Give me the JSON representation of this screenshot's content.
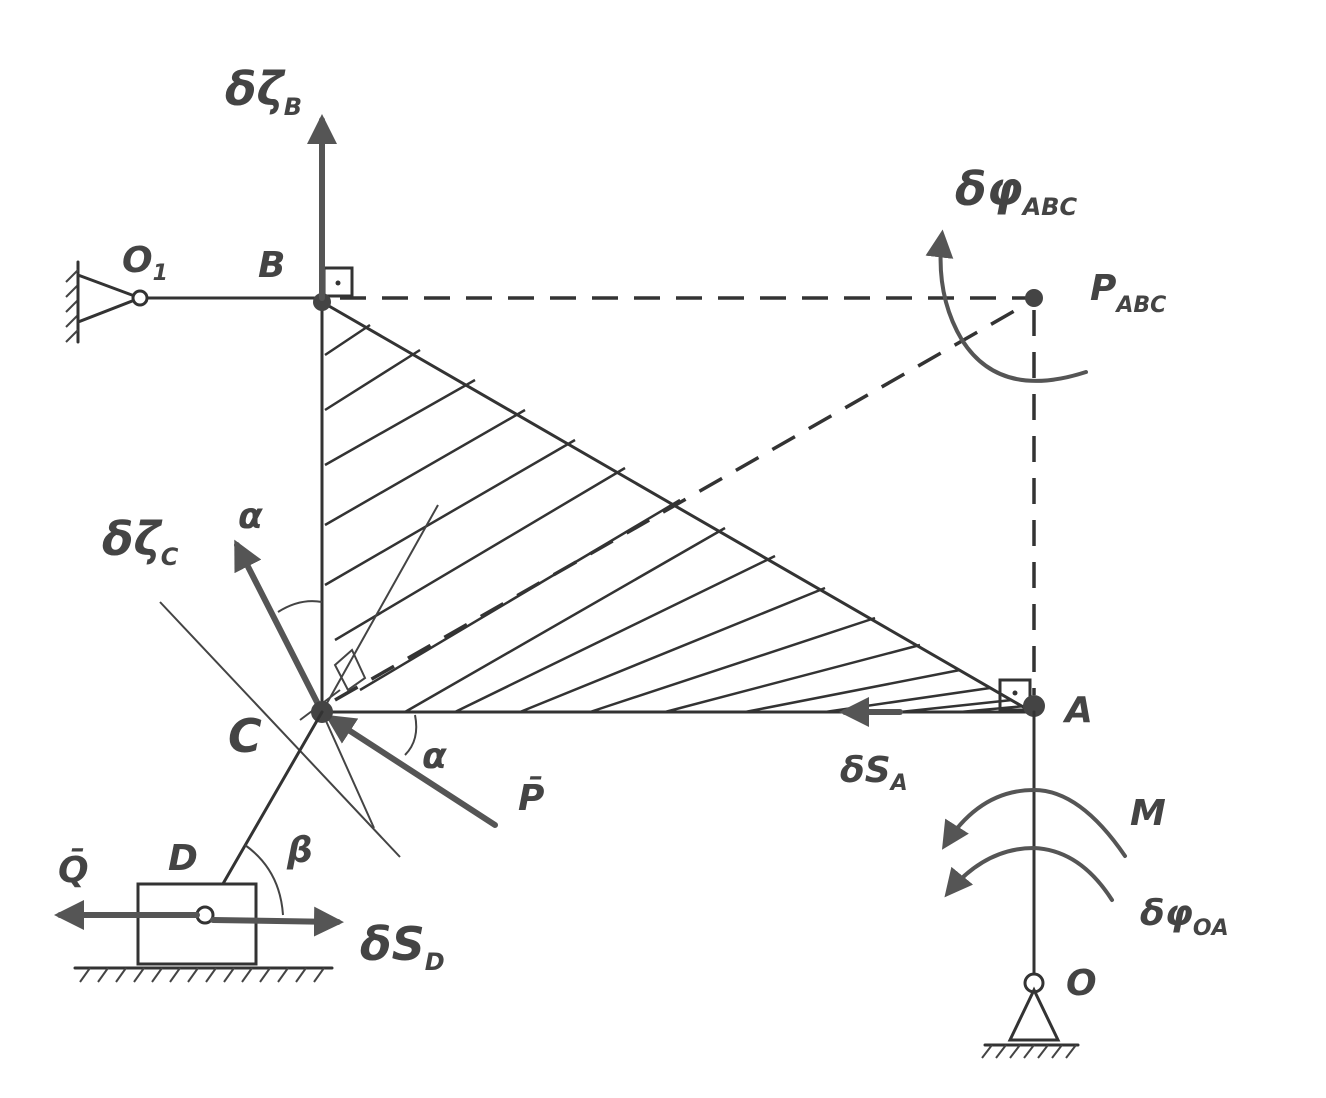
{
  "labels": {
    "delta_zeta_b": "δζ",
    "delta_zeta_b_sub": "B",
    "delta_phi_abc": "δφ",
    "delta_phi_abc_sub": "ABC",
    "p_abc": "P",
    "p_abc_sub": "ABC",
    "o1": "O",
    "o1_sub": "1",
    "b": "B",
    "delta_zeta_c": "δζ",
    "delta_zeta_c_sub": "C",
    "alpha_top": "α",
    "alpha_bottom": "α",
    "c": "C",
    "a": "A",
    "delta_s_a": "δS",
    "delta_s_a_sub": "A",
    "p_force": "P̄",
    "m": "M",
    "delta_phi_oa": "δφ",
    "delta_phi_oa_sub": "OA",
    "o": "O",
    "q_force": "Q̄",
    "d": "D",
    "beta": "β",
    "delta_s_d": "δS",
    "delta_s_d_sub": "D"
  },
  "colors": {
    "ink": "#333333",
    "vector": "#555555",
    "label": "#444444"
  }
}
